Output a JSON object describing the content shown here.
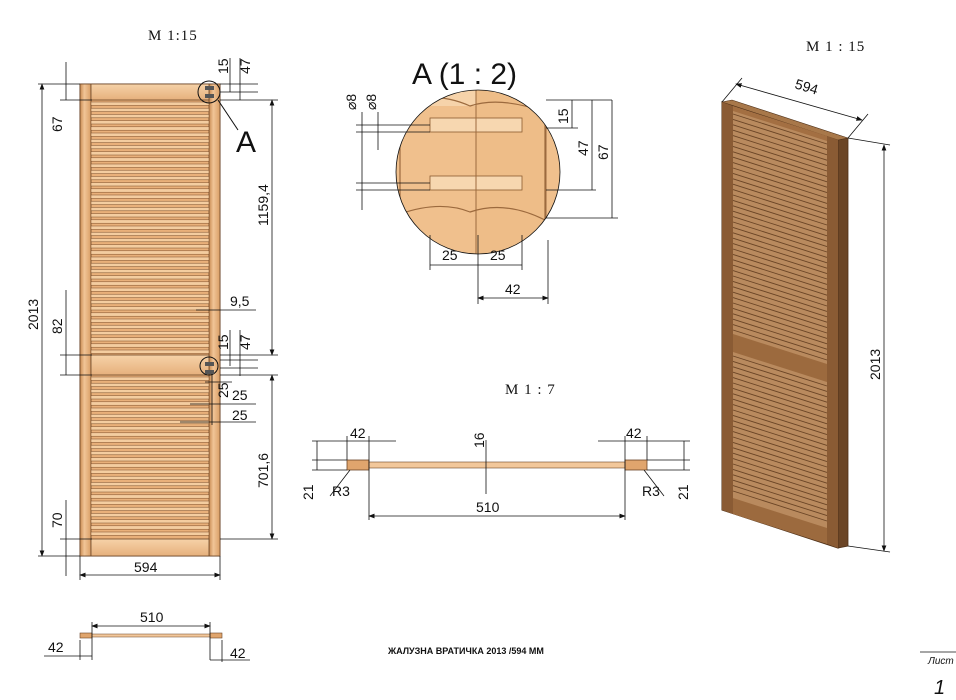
{
  "title": "ЖАЛУЗНА ВРАТИЧКА 2013 /594 ММ",
  "sheet": {
    "label": "Лист",
    "number": "1"
  },
  "scales": {
    "front": "M 1:15",
    "iso": "M 1 : 15",
    "section": "M 1 : 7",
    "detail": "A (1 : 2)",
    "detail_marker": "A"
  },
  "front_view": {
    "height": "2013",
    "width": "594",
    "top_rail": "67",
    "bottom_rail": "70",
    "upper_panel": "1159,4",
    "lower_panel": "701,6",
    "mid_rail": "82",
    "slat_gap": "9,5",
    "top_15": "15",
    "top_47": "47",
    "mid_15": "15",
    "mid_47": "47",
    "mid_25a": "25",
    "mid_25b": "25",
    "mid_25c": "25"
  },
  "detail_view": {
    "dia1": "⌀8",
    "dia2": "⌀8",
    "d15": "15",
    "d47": "47",
    "d67": "67",
    "w25a": "25",
    "w25b": "25",
    "w42": "42"
  },
  "section_view": {
    "left_42": "42",
    "right_42": "42",
    "thick": "16",
    "left_21": "21",
    "right_21": "21",
    "left_r": "R3",
    "right_r": "R3",
    "span": "510"
  },
  "bottom_section": {
    "span": "510",
    "left_42": "42",
    "right_42": "42"
  },
  "iso_view": {
    "width": "594",
    "height": "2013"
  },
  "colors": {
    "wood_light": "#f2c79a",
    "wood_mid": "#e0a56d",
    "wood_dark": "#b97a45",
    "iso_frame": "#8a5b34",
    "iso_slat": "#b98a5e"
  }
}
